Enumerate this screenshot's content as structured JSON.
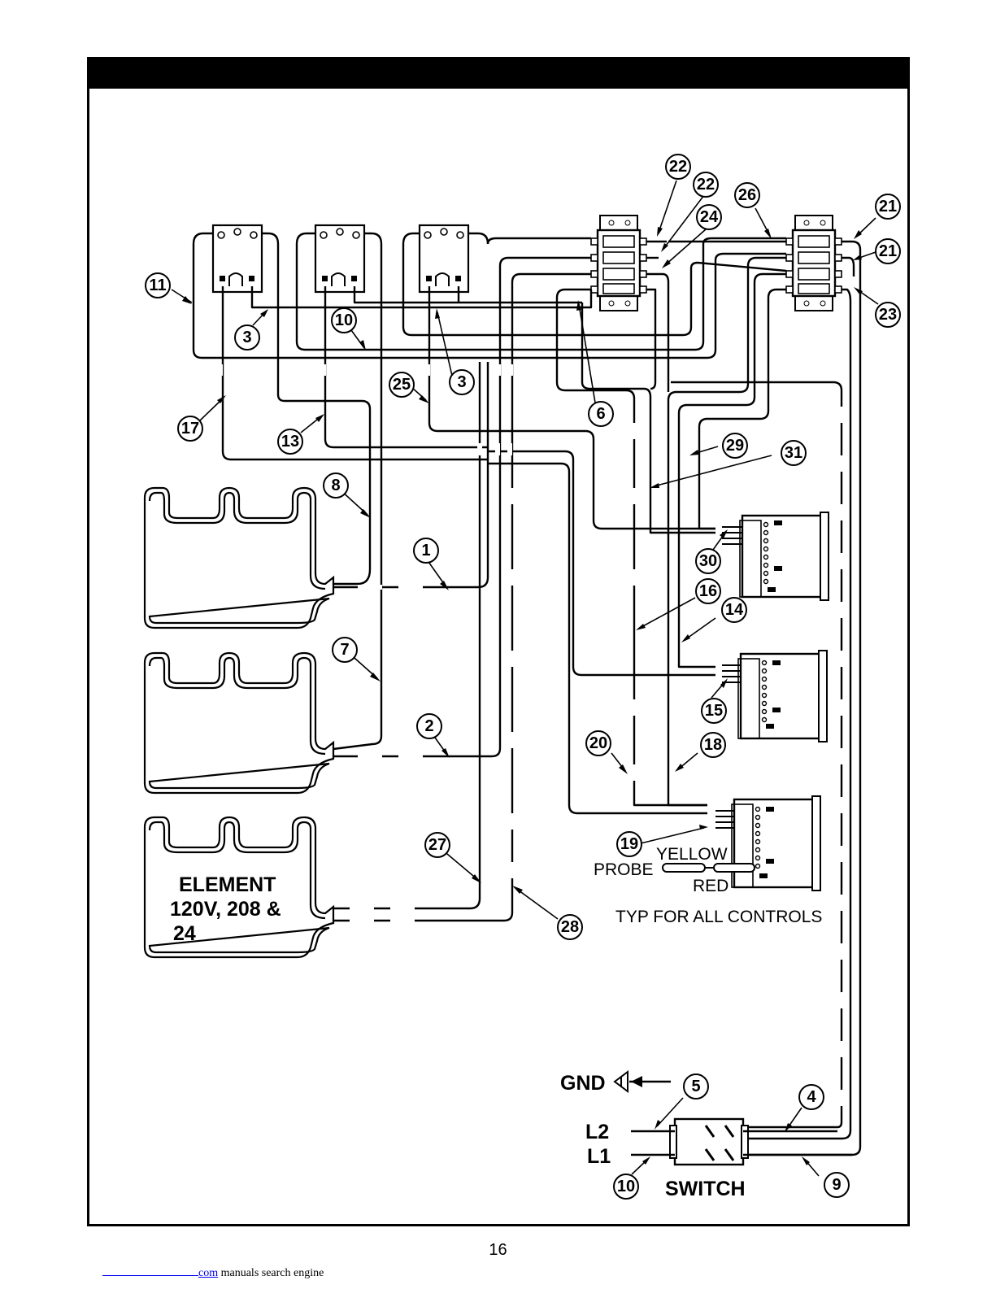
{
  "element_label": {
    "line1": "ELEMENT",
    "line2": "120V, 208 &",
    "line3": "24"
  },
  "probe_labels": {
    "yellow": "YELLOW",
    "probe": "PROBE",
    "red": "RED",
    "note": "TYP FOR ALL CONTROLS"
  },
  "power_labels": {
    "gnd": "GND",
    "l2": "L2",
    "l1": "L1",
    "switch": "SWITCH"
  },
  "callouts": [
    "1",
    "2",
    "3",
    "3",
    "4",
    "5",
    "6",
    "7",
    "8",
    "9",
    "10",
    "11",
    "12",
    "13",
    "14",
    "15",
    "16",
    "17",
    "18",
    "19",
    "20",
    "21",
    "21",
    "22",
    "22",
    "23",
    "24",
    "25",
    "26",
    "27",
    "28",
    "29",
    "30",
    "31"
  ],
  "page_number": "16",
  "footer": {
    "link_text": "com",
    "suffix": " manuals search engine"
  }
}
